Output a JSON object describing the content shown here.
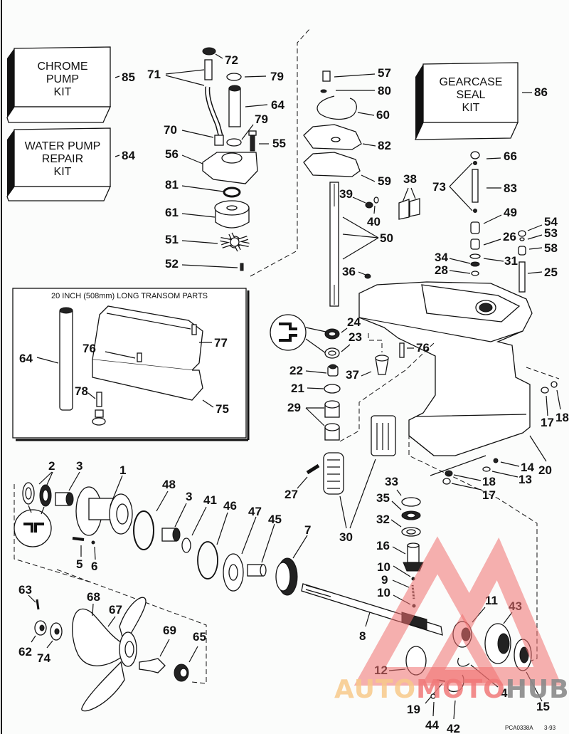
{
  "diagram": {
    "kits": [
      {
        "id": "85",
        "lines": [
          "CHROME",
          "PUMP",
          "KIT"
        ]
      },
      {
        "id": "84",
        "lines": [
          "WATER PUMP",
          "REPAIR",
          "KIT"
        ]
      },
      {
        "id": "86",
        "lines": [
          "GEARCASE",
          "SEAL",
          "KIT"
        ]
      }
    ],
    "inset": {
      "title": "20 INCH (508mm) LONG TRANSOM PARTS",
      "labels": [
        "64",
        "76",
        "77",
        "78",
        "75"
      ]
    },
    "water_pump_labels": [
      "72",
      "71",
      "79",
      "64",
      "79",
      "70",
      "55",
      "56",
      "81",
      "61",
      "51",
      "52"
    ],
    "driveshaft_labels": [
      "57",
      "80",
      "60",
      "82",
      "59",
      "39",
      "40",
      "38",
      "50",
      "36"
    ],
    "shift_labels": [
      "66",
      "73",
      "83",
      "49",
      "54",
      "26",
      "53",
      "58",
      "34",
      "31",
      "28",
      "25"
    ],
    "gearcase_labels": [
      "24",
      "23",
      "76",
      "22",
      "37",
      "21",
      "29",
      "17",
      "18",
      "14",
      "20",
      "13",
      "18",
      "17",
      "27",
      "30"
    ],
    "propshaft_labels": [
      "2",
      "3",
      "1",
      "48",
      "3",
      "41",
      "46",
      "47",
      "45",
      "7",
      "5",
      "6"
    ],
    "propeller_labels": [
      "63",
      "68",
      "67",
      "69",
      "65",
      "62",
      "74"
    ],
    "lower_gear_labels": [
      "33",
      "35",
      "32",
      "16",
      "10",
      "9",
      "10",
      "8",
      "11",
      "43",
      "12",
      "4",
      "15",
      "19",
      "44",
      "42"
    ],
    "footer": {
      "code": "PCA0338A",
      "date": "3-93"
    },
    "watermark": {
      "part1": "AUTO",
      "part2": "MOTO",
      "part3": "HUB",
      "colors": {
        "auto": "#f7c98a",
        "moto": "#f07878",
        "hub": "#8a8a8a"
      }
    }
  }
}
